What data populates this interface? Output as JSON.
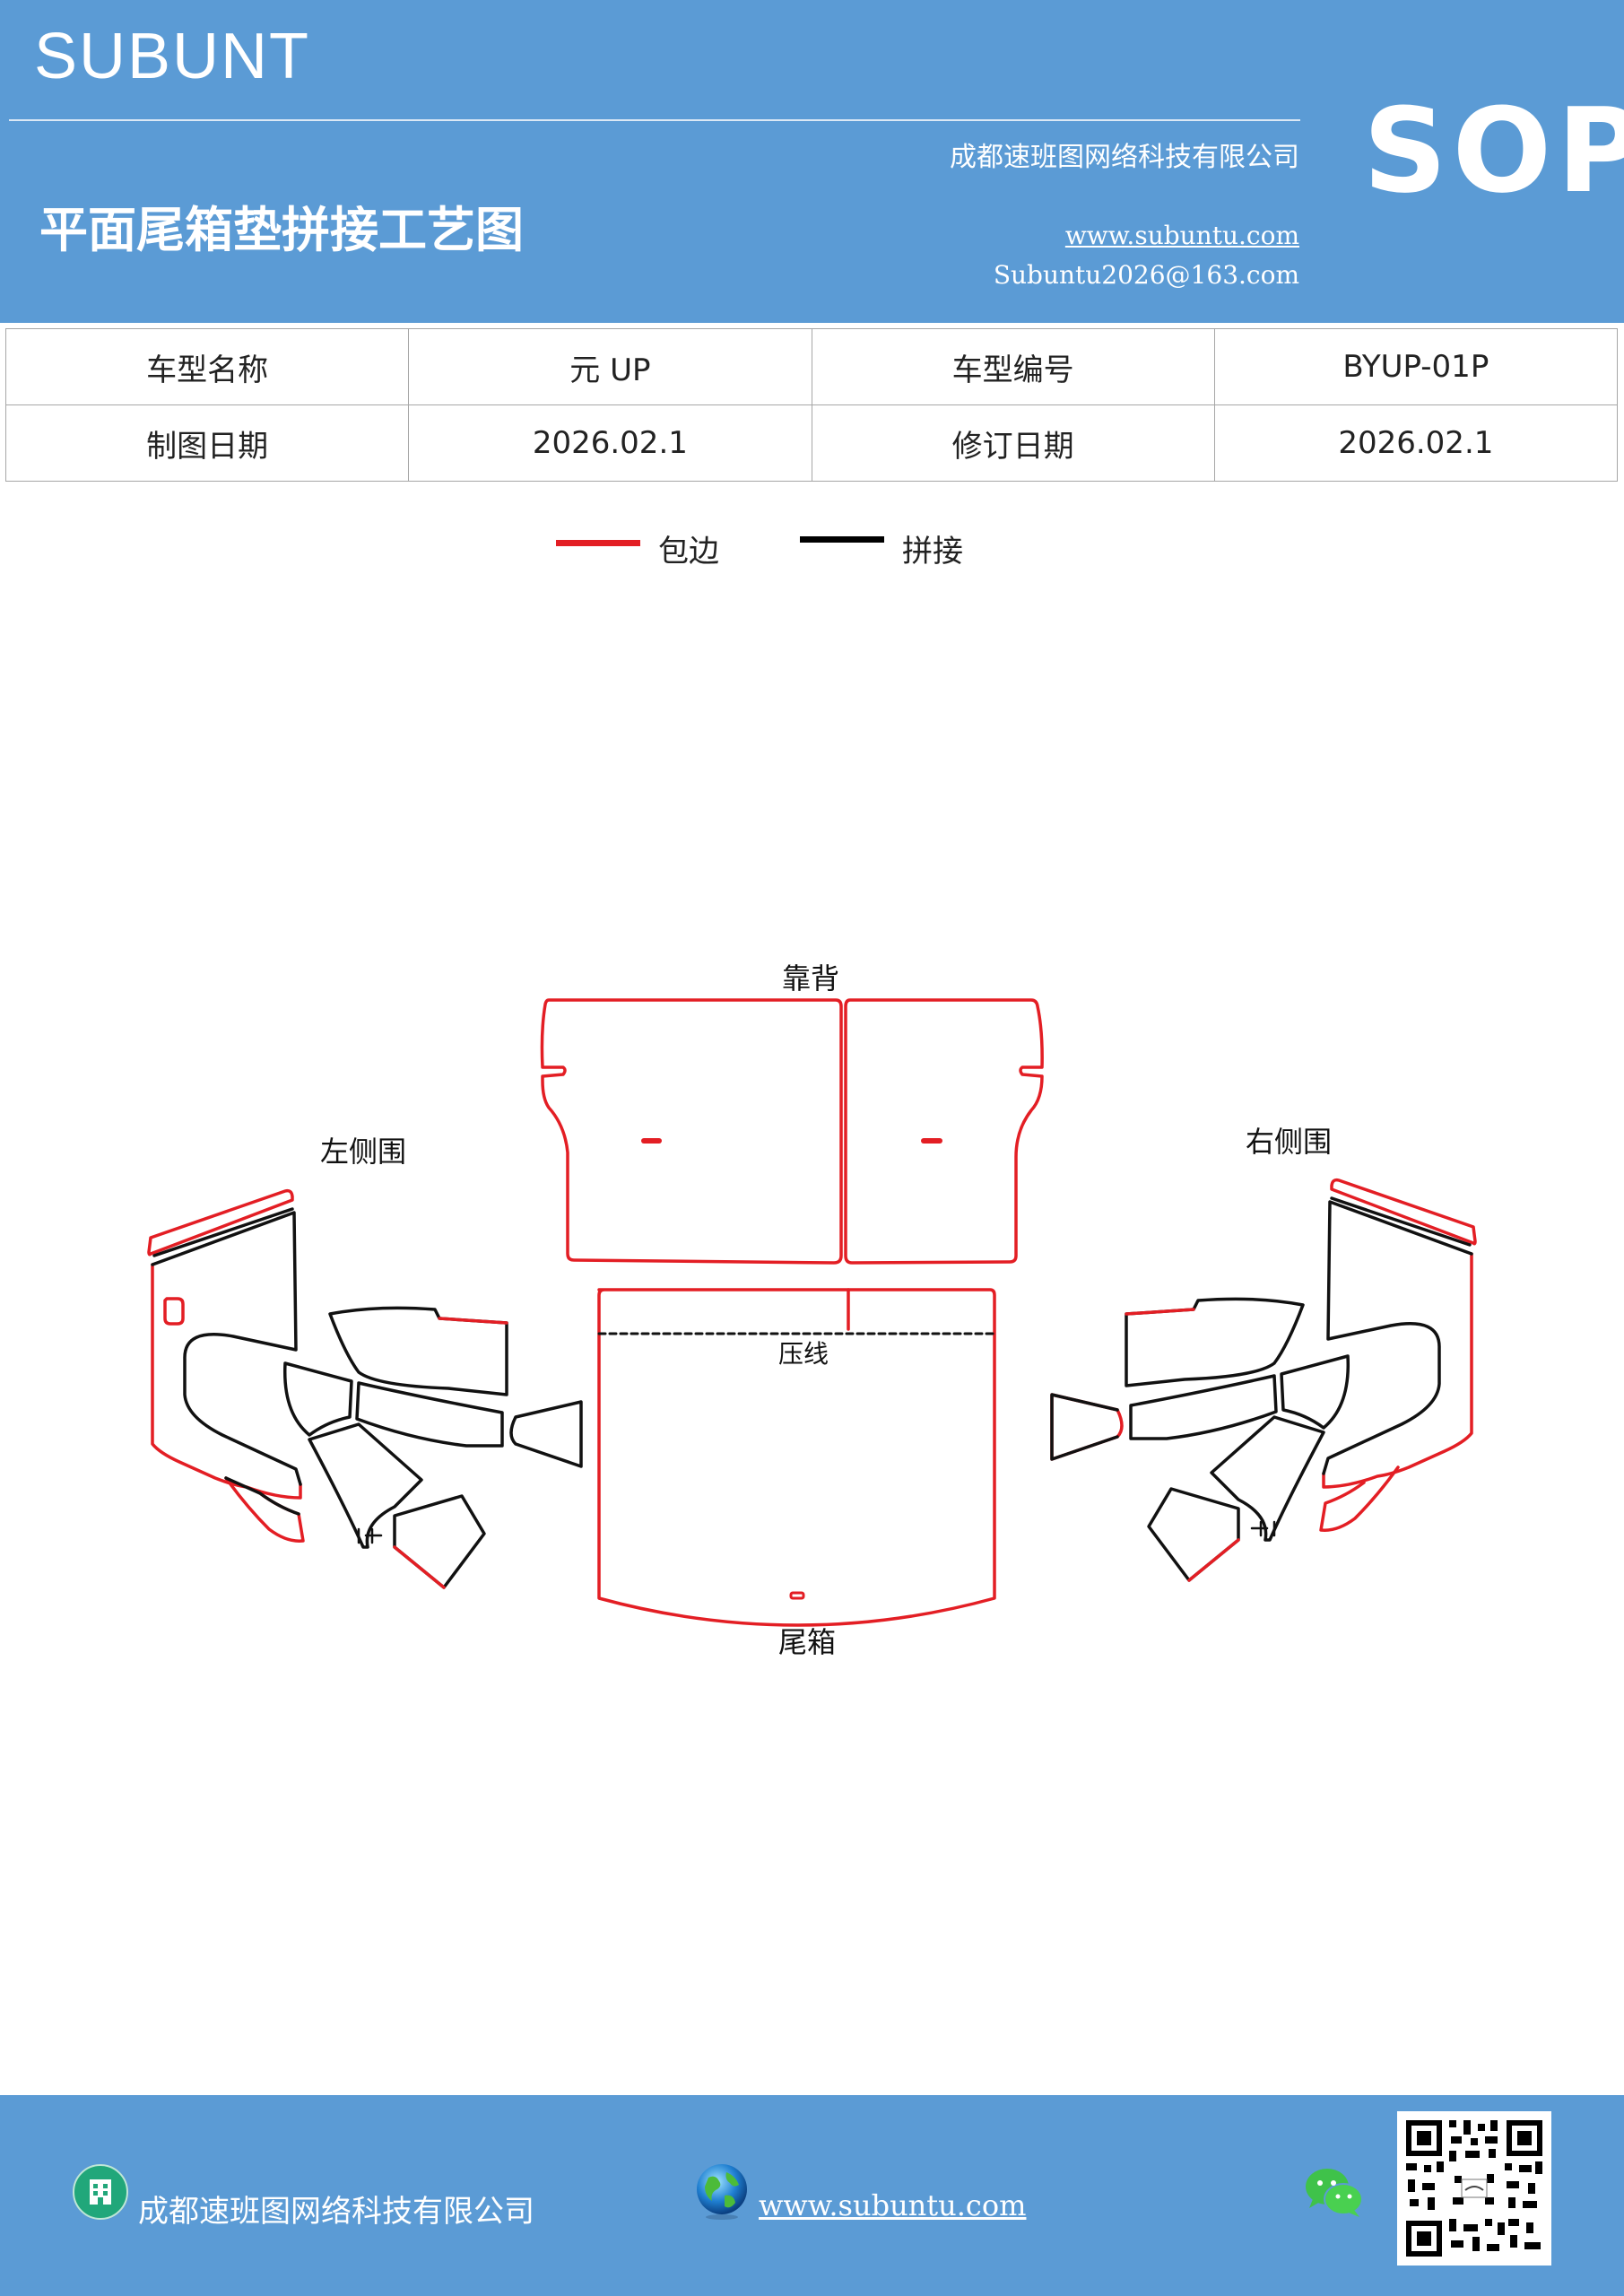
{
  "header": {
    "brand": "SUBUNT",
    "company": "成都速班图网络科技有限公司",
    "title": "平面尾箱垫拼接工艺图",
    "website": "www.subuntu.com",
    "email": "Subuntu2026@163.com",
    "badge": "SOP",
    "background_color": "#5b9bd5"
  },
  "info_table": {
    "rows": [
      [
        "车型名称",
        "元 UP",
        "车型编号",
        "BYUP-01P"
      ],
      [
        "制图日期",
        "2026.02.1",
        "修订日期",
        "2026.02.1"
      ]
    ]
  },
  "legend": {
    "items": [
      {
        "label": "包边",
        "color": "#e31e24"
      },
      {
        "label": "拼接",
        "color": "#000000"
      }
    ]
  },
  "diagram": {
    "labels": {
      "backrest": "靠背",
      "left_side": "左侧围",
      "right_side": "右侧围",
      "crease": "压线",
      "trunk": "尾箱"
    },
    "edge_color": "#e31e24",
    "seam_color": "#111111"
  },
  "footer": {
    "company": "成都速班图网络科技有限公司",
    "website": "www.subuntu.com",
    "icons": [
      "building-icon",
      "globe-icon",
      "wechat-icon",
      "qr-code"
    ]
  }
}
